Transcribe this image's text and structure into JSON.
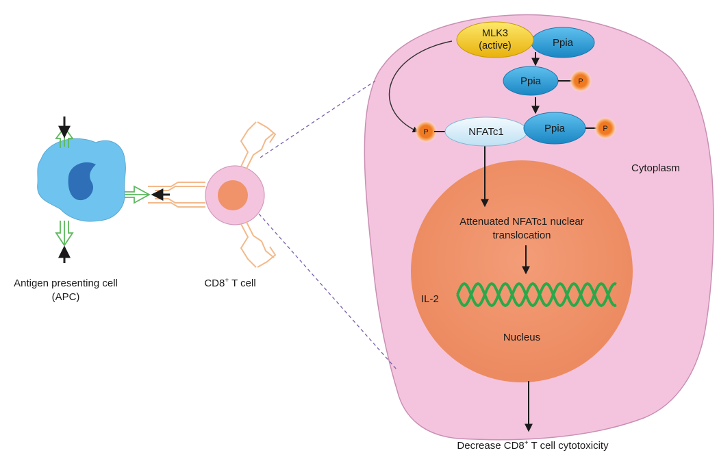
{
  "labels": {
    "apc_line1": "Antigen presenting cell",
    "apc_line2": "(APC)",
    "tcell_main": "CD8",
    "tcell_sup": "+",
    "tcell_rest": " T cell",
    "cytoplasm": "Cytoplasm",
    "nucleus": "Nucleus",
    "il2": "IL-2",
    "translocation_line1": "Attenuated NFATc1 nuclear",
    "translocation_line2": "translocation",
    "outcome_main": "Decrease CD8",
    "outcome_sup": "+",
    "outcome_rest": " T cell cytotoxicity"
  },
  "molecules": {
    "mlk3_line1": "MLK3",
    "mlk3_line2": "(active)",
    "ppia_top": "Ppia",
    "ppia_mid": "Ppia",
    "ppia_bound": "Ppia",
    "nfatc1": "NFATc1",
    "phospho_mid": "P",
    "phospho_nfat": "P",
    "phospho_bound": "P"
  },
  "colors": {
    "cytoplasm": "#f4c4de",
    "cytoplasm_stroke": "#c98fb3",
    "nucleus": "#f0926a",
    "dna": "#2aa84a",
    "mlk3": "#f1c40f",
    "ppia": "#2a9fd6",
    "nfatc1": "#d9eef8",
    "phospho": "#f07a22",
    "apc_body": "#6ec4ee",
    "apc_nucleus": "#2f6fb7",
    "receptor_green": "#5cb85c",
    "tcr_orange": "#f3b98a"
  }
}
